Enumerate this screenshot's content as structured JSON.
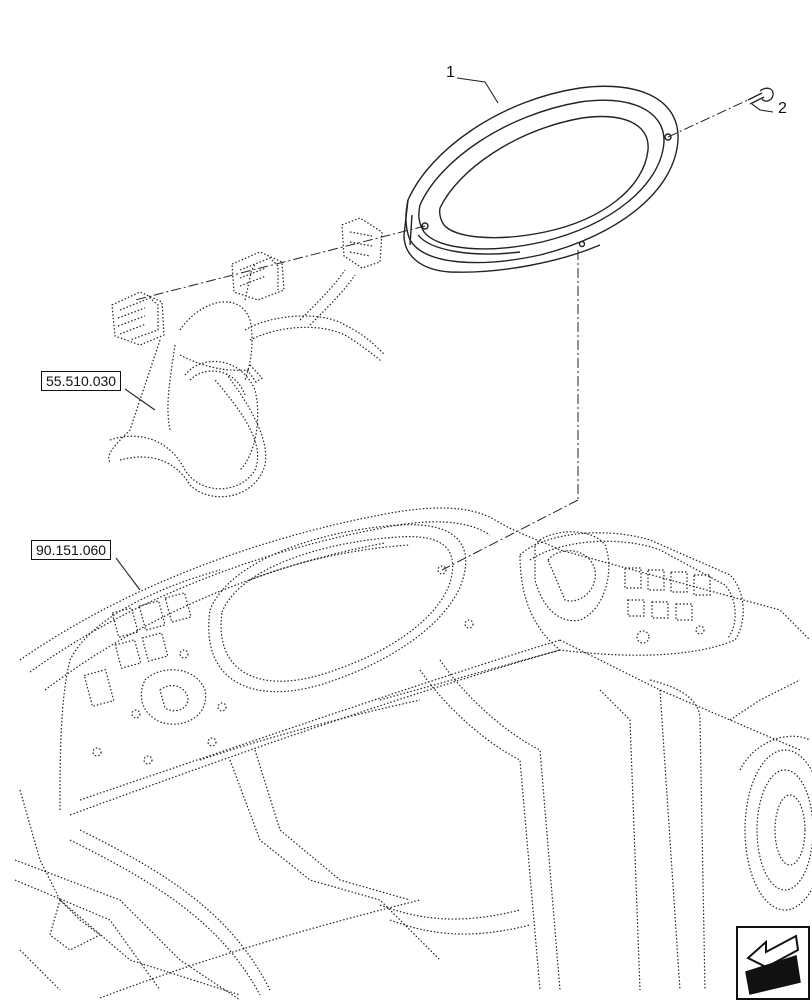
{
  "callouts": {
    "item1": "1",
    "item2": "2"
  },
  "references": {
    "harness": "55.510.030",
    "dashboard": "90.151.060"
  },
  "nav_icon": "page-arrow-icon"
}
